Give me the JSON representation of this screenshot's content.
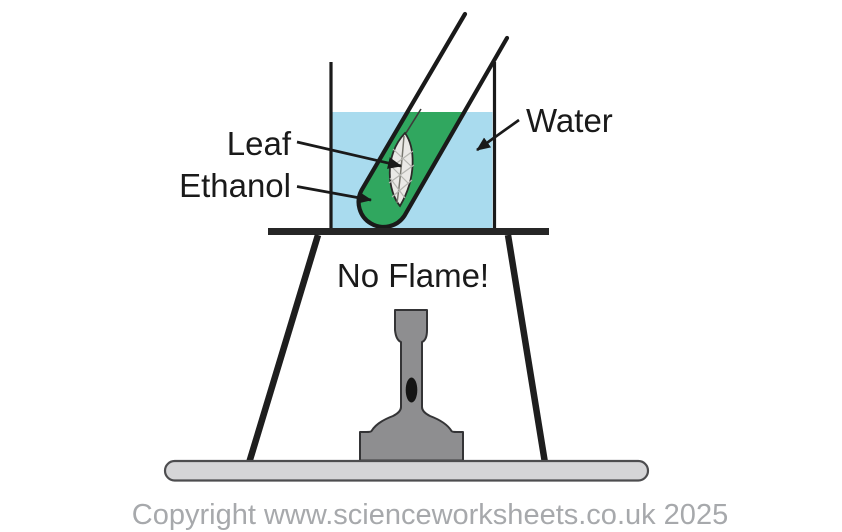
{
  "labels": {
    "leaf": "Leaf",
    "ethanol": "Ethanol",
    "water": "Water"
  },
  "annotation": {
    "no_flame": "No Flame!"
  },
  "footer": {
    "copyright": "Copyright www.scienceworksheets.co.uk 2025"
  },
  "colors": {
    "water_blue": "#a9dbee",
    "ethanol_green": "#30a75f",
    "leaf_fill": "#eae9e6",
    "burner_gray": "#8e8e90",
    "bench_gray": "#d5d5d7",
    "outline_black": "#1a1a1a",
    "copyright_gray": "#a7a9ac"
  }
}
